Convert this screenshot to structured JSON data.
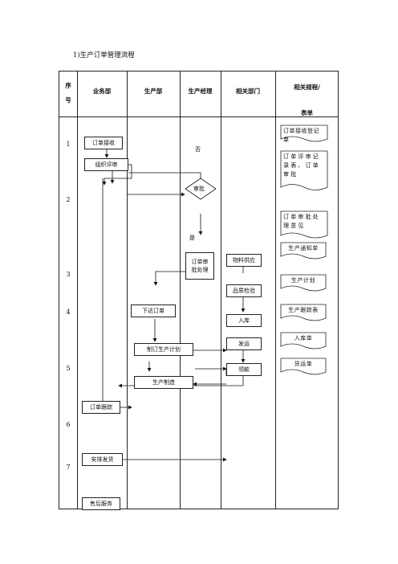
{
  "title": "1)生产订单管理流程",
  "headers": {
    "seq": [
      "序",
      "号"
    ],
    "sales": "业务部",
    "production": "生产部",
    "manager": "生产经理",
    "related": "相关部门",
    "docs": [
      "相关规程/",
      "表单"
    ]
  },
  "row_numbers": [
    "1",
    "2",
    "3",
    "4",
    "5",
    "6",
    "7"
  ],
  "sales_steps": {
    "order_receive": "订单接收",
    "review": "组织评审",
    "tracking": "订单跟踪",
    "shipping": "安排发货",
    "after_sales": "售后服务"
  },
  "production_steps": {
    "issue_order": "下达订单",
    "make_plan": "制订生产计划",
    "manufacture": "生产制造"
  },
  "manager_steps": {
    "approve": "审批",
    "no_label": "否",
    "yes_label": "是",
    "handle": [
      "订单审",
      "批处理"
    ]
  },
  "related_steps": {
    "supply": "物料供应",
    "inspection": "品质检验",
    "stock_in": "入库",
    "ship": "发运",
    "settle": "领款"
  },
  "documents": [
    {
      "text": "订单接收登记单",
      "key": "doc1"
    },
    {
      "text": "订单评审记录表、订单审批",
      "key": "doc2"
    },
    {
      "text": "订单审批处理意见",
      "key": "doc3"
    },
    {
      "text": "生产通知单",
      "key": "doc4"
    },
    {
      "text": "生产计划",
      "key": "doc5"
    },
    {
      "text": "生产跟踪表",
      "key": "doc6"
    },
    {
      "text": "入库单",
      "key": "doc7"
    },
    {
      "text": "货运单",
      "key": "doc8"
    }
  ]
}
